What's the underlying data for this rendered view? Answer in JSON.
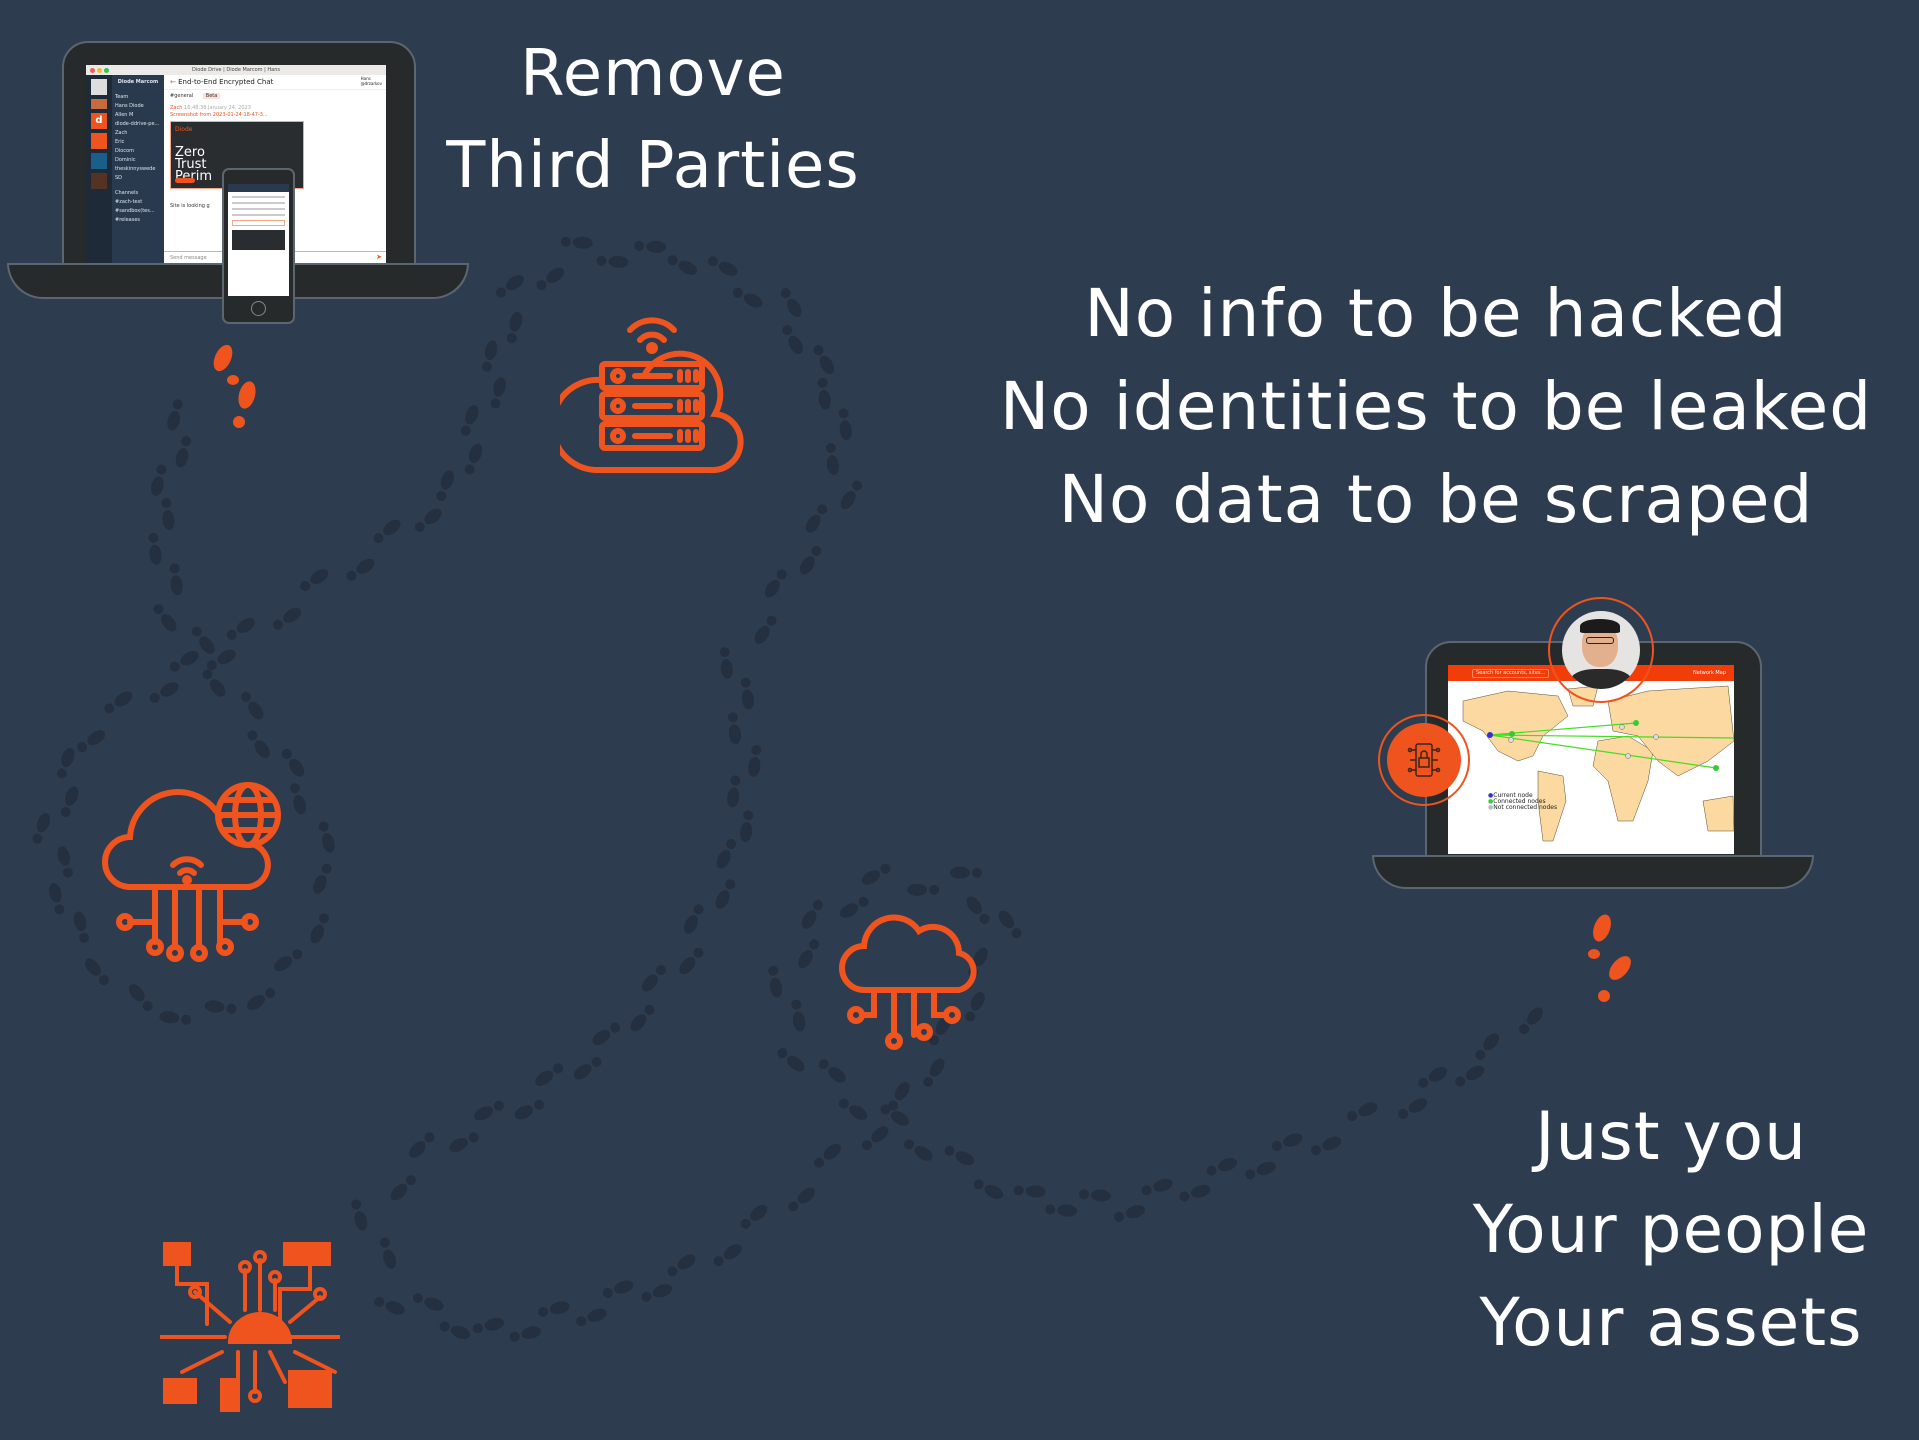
{
  "headline_top": {
    "line1": "Remove",
    "line2": "Third Parties"
  },
  "headline_mid": {
    "lines": [
      "No info to be hacked",
      "No identities to be leaked",
      "No data to be scraped"
    ]
  },
  "headline_bottom": {
    "lines": [
      "Just you",
      "Your people",
      "Your assets"
    ]
  },
  "chat_app": {
    "window_title": "Diode Drive | Diode Marcom | Hans",
    "workspace": "Diode Marcom",
    "chat_title": "End-to-End Encrypted Chat",
    "user_name": "Hans",
    "user_handle": "@drzarkov",
    "channel_tab": "#general",
    "beta_badge": "Beta",
    "team_label": "Team",
    "team_members": [
      "Hans Diode",
      "Allen M",
      "diode-ddrive-pe...",
      "Zach",
      "Eric",
      "Diocom",
      "Dominic",
      "theskinnyswede",
      "SD"
    ],
    "channels_label": "Channels",
    "channels": [
      "#zach-test",
      "#sandbox(tes...",
      "#releases"
    ],
    "message_author": "Zach",
    "message_time": "16:48:38  January 24, 2023",
    "message_file": "Screenshot from 2023-01-24 18-47-3...",
    "preview_brand": "Diode",
    "preview_heading": "Zero Trust Perim",
    "message_text": "Site is looking g",
    "composer_placeholder": "Send message"
  },
  "network_map": {
    "title": "Network Map",
    "search_placeholder": "Search for accounts, sites...",
    "legend": [
      "Current node",
      "Connected nodes",
      "Not connected nodes"
    ]
  },
  "colors": {
    "background": "#2e3c4f",
    "accent": "#f0541e",
    "footprint": "#243040",
    "map_land": "#fbd9a0"
  }
}
